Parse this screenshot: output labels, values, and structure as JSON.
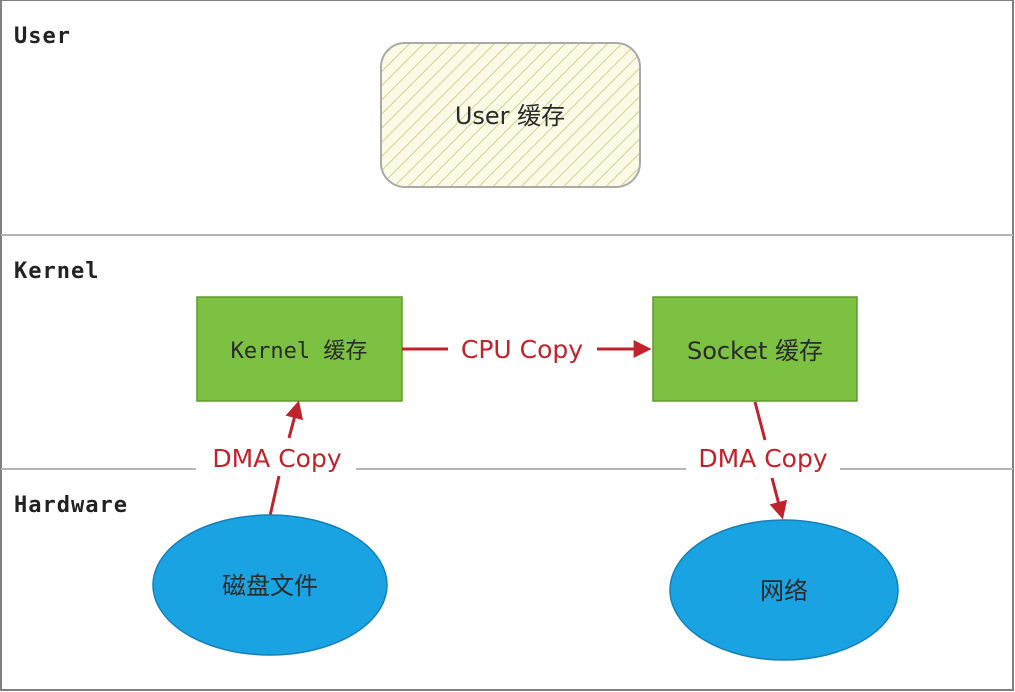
{
  "layers": {
    "user": "User",
    "kernel": "Kernel",
    "hardware": "Hardware"
  },
  "nodes": {
    "user_cache": "User 缓存",
    "kernel_cache": "Kernel 缓存",
    "socket_cache": "Socket 缓存",
    "disk_file": "磁盘文件",
    "network": "网络"
  },
  "edges": {
    "cpu_copy": "CPU Copy",
    "dma_copy_in": "DMA Copy",
    "dma_copy_out": "DMA Copy"
  },
  "colors": {
    "kernel_box": "#7dc142",
    "hardware_ellipse": "#1aa3e3",
    "user_box_fill": "#fafae6",
    "user_box_hatch": "#d8cf8e",
    "arrow": "#c0232c",
    "divider": "#b5b5b5",
    "frame": "#808080"
  }
}
